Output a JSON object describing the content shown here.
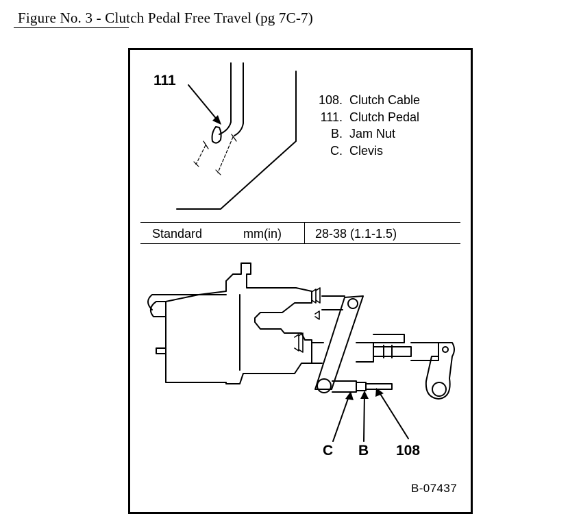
{
  "figure": {
    "title": "Figure No. 3 - Clutch Pedal Free Travel  (pg 7C-7)",
    "code": "B-07437"
  },
  "legend": [
    {
      "key": "108.",
      "label": "Clutch Cable"
    },
    {
      "key": "111.",
      "label": "Clutch Pedal"
    },
    {
      "key": "B.",
      "label": "Jam Nut"
    },
    {
      "key": "C.",
      "label": "Clevis"
    }
  ],
  "spec_table": {
    "label": "Standard",
    "unit": "mm(in)",
    "value": "28-38 (1.1-1.5)"
  },
  "callouts": {
    "pedal": "111",
    "clevis": "C",
    "jam_nut": "B",
    "cable": "108"
  }
}
